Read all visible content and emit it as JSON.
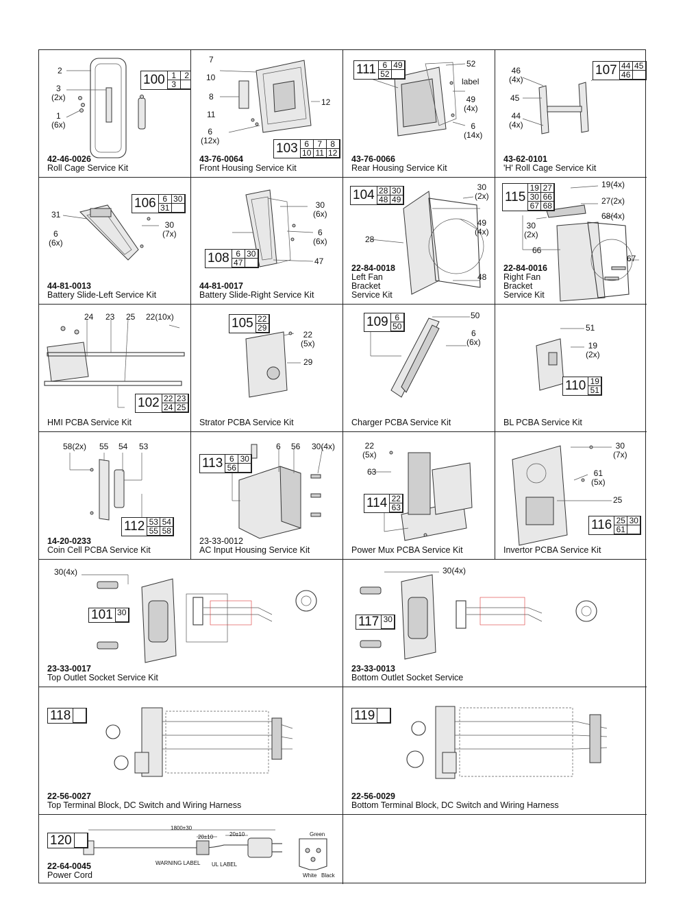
{
  "cells": [
    {
      "id": "roll-cage",
      "part_number": "42-46-0026",
      "title": [
        "Roll Cage Service Kit"
      ],
      "box": {
        "num": "100",
        "cols": 2,
        "items": [
          "1",
          "2",
          "3",
          ""
        ]
      },
      "callouts": [
        "2",
        "3\n(2x)",
        "1\n(6x)"
      ]
    },
    {
      "id": "front-housing",
      "part_number": "43-76-0064",
      "title": [
        "Front Housing Service Kit"
      ],
      "box": {
        "num": "103",
        "cols": 3,
        "items": [
          "6",
          "7",
          "8",
          "10",
          "11",
          "12"
        ]
      },
      "callouts": [
        "7",
        "10",
        "8",
        "11",
        "6\n(12x)",
        "12"
      ]
    },
    {
      "id": "rear-housing",
      "part_number": "43-76-0066",
      "title": [
        "Rear Housing Service Kit"
      ],
      "box": {
        "num": "111",
        "cols": 2,
        "items": [
          "6",
          "49",
          "52",
          ""
        ]
      },
      "callouts": [
        "52",
        "label",
        "49\n(4x)",
        "6\n(14x)"
      ]
    },
    {
      "id": "h-roll-cage",
      "part_number": "43-62-0101",
      "title": [
        "'H' Roll Cage Service Kit"
      ],
      "box": {
        "num": "107",
        "cols": 2,
        "items": [
          "44",
          "45",
          "46",
          ""
        ]
      },
      "callouts": [
        "46\n(4x)",
        "45",
        "44\n(4x)"
      ]
    },
    {
      "id": "battery-slide-left",
      "part_number": "44-81-0013",
      "title": [
        "Battery Slide-Left Service Kit"
      ],
      "box": {
        "num": "106",
        "cols": 2,
        "items": [
          "6",
          "30",
          "31",
          ""
        ]
      },
      "callouts": [
        "31",
        "6\n(6x)",
        "30\n(7x)"
      ]
    },
    {
      "id": "battery-slide-right",
      "part_number": "44-81-0017",
      "title": [
        "Battery Slide-Right Service Kit"
      ],
      "box": {
        "num": "108",
        "cols": 2,
        "items": [
          "6",
          "30",
          "47",
          ""
        ]
      },
      "callouts": [
        "30\n(6x)",
        "6\n(6x)",
        "47"
      ]
    },
    {
      "id": "left-fan-bracket",
      "part_number": "22-84-0018",
      "title": [
        "Left Fan",
        "Bracket",
        "Service Kit"
      ],
      "box": {
        "num": "104",
        "cols": 2,
        "items": [
          "28",
          "30",
          "48",
          "49"
        ]
      },
      "callouts": [
        "30\n(2x)",
        "49\n(4x)",
        "28",
        "48"
      ]
    },
    {
      "id": "right-fan-bracket",
      "part_number": "22-84-0016",
      "title": [
        "Right Fan",
        "Bracket",
        "Service Kit"
      ],
      "box": {
        "num": "115",
        "cols": 2,
        "items": [
          "19",
          "27",
          "30",
          "66",
          "67",
          "68"
        ]
      },
      "callouts": [
        "19(4x)",
        "27(2x)",
        "68(4x)",
        "30\n(2x)",
        "66",
        "67"
      ]
    },
    {
      "id": "hmi-pcba",
      "part_number": "",
      "title": [
        "HMI PCBA Service Kit"
      ],
      "box": {
        "num": "102",
        "cols": 2,
        "items": [
          "22",
          "23",
          "24",
          "25"
        ]
      },
      "callouts": [
        "24",
        "23",
        "25",
        "22(10x)"
      ]
    },
    {
      "id": "strator-pcba",
      "part_number": "",
      "title": [
        "Strator PCBA Service Kit"
      ],
      "box": {
        "num": "105",
        "cols": 1,
        "items": [
          "22",
          "29"
        ]
      },
      "callouts": [
        "22\n(5x)",
        "29"
      ]
    },
    {
      "id": "charger-pcba",
      "part_number": "",
      "title": [
        "Charger PCBA Service Kit"
      ],
      "box": {
        "num": "109",
        "cols": 1,
        "items": [
          "6",
          "50"
        ]
      },
      "callouts": [
        "50",
        "6\n(6x)"
      ]
    },
    {
      "id": "bl-pcba",
      "part_number": "",
      "title": [
        "BL PCBA Service Kit"
      ],
      "box": {
        "num": "110",
        "cols": 1,
        "items": [
          "19",
          "51"
        ]
      },
      "callouts": [
        "51",
        "19\n(2x)"
      ]
    },
    {
      "id": "coin-cell-pcba",
      "part_number": "14-20-0233",
      "title": [
        "Coin Cell PCBA Service Kit"
      ],
      "box": {
        "num": "112",
        "cols": 2,
        "items": [
          "53",
          "54",
          "55",
          "58"
        ]
      },
      "callouts": [
        "58(2x)",
        "55",
        "54",
        "53"
      ]
    },
    {
      "id": "ac-input-housing",
      "part_number": "23-33-0012",
      "title": [
        "AC Input Housing Service Kit"
      ],
      "box": {
        "num": "113",
        "cols": 2,
        "items": [
          "6",
          "30",
          "56",
          ""
        ]
      },
      "callouts": [
        "6",
        "56",
        "30(4x)"
      ]
    },
    {
      "id": "power-mux-pcba",
      "part_number": "",
      "title": [
        "Power Mux PCBA Service Kit"
      ],
      "box": {
        "num": "114",
        "cols": 1,
        "items": [
          "22",
          "63"
        ]
      },
      "callouts": [
        "22\n(5x)",
        "63"
      ]
    },
    {
      "id": "invertor-pcba",
      "part_number": "",
      "title": [
        "Invertor PCBA Service Kit"
      ],
      "box": {
        "num": "116",
        "cols": 2,
        "items": [
          "25",
          "30",
          "61",
          ""
        ]
      },
      "callouts": [
        "30\n(7x)",
        "61\n(5x)",
        "25"
      ]
    },
    {
      "id": "top-outlet-socket",
      "part_number": "23-33-0017",
      "title": [
        "Top Outlet Socket Service Kit"
      ],
      "box": {
        "num": "101",
        "cols": 1,
        "items": [
          "30"
        ]
      },
      "callouts": [
        "30(4x)"
      ]
    },
    {
      "id": "bottom-outlet-socket",
      "part_number": "23-33-0013",
      "title": [
        "Bottom Outlet Socket Service"
      ],
      "box": {
        "num": "117",
        "cols": 1,
        "items": [
          "30"
        ]
      },
      "callouts": [
        "30(4x)"
      ]
    },
    {
      "id": "top-terminal-block",
      "part_number": "22-56-0027",
      "title": [
        "Top Terminal Block, DC Switch and Wiring Harness"
      ],
      "box": {
        "num": "118",
        "cols": 1,
        "items": [
          ""
        ]
      },
      "callouts": []
    },
    {
      "id": "bottom-terminal-block",
      "part_number": "22-56-0029",
      "title": [
        "Bottom Terminal Block, DC Switch and Wiring Harness"
      ],
      "box": {
        "num": "119",
        "cols": 1,
        "items": [
          ""
        ]
      },
      "callouts": []
    },
    {
      "id": "power-cord",
      "part_number": "22-64-0045",
      "title": [
        "Power Cord"
      ],
      "box": {
        "num": "120",
        "cols": 1,
        "items": [
          ""
        ]
      },
      "callouts": [
        "1800±30",
        "20±10",
        "20±10",
        "WARNING LABEL",
        "UL LABEL",
        "Green",
        "White",
        "Black"
      ]
    }
  ]
}
